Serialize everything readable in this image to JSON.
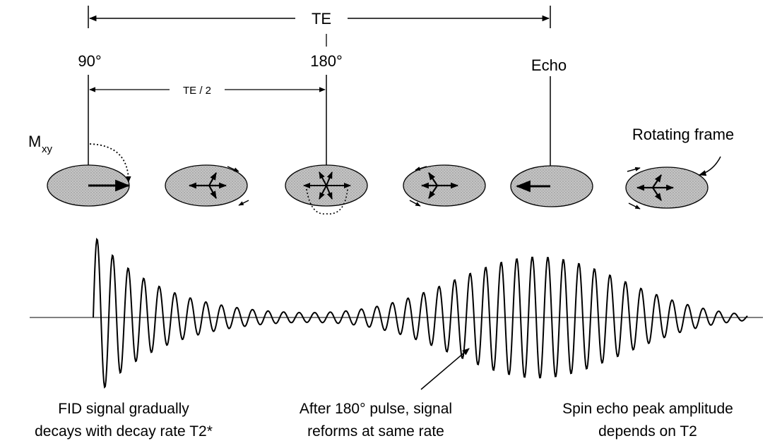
{
  "timing": {
    "te_label": "TE",
    "te_half_label": "TE / 2",
    "pulse_90_label": "90°",
    "pulse_180_label": "180°",
    "echo_label": "Echo"
  },
  "vectors": {
    "mxy_label_main": "M",
    "mxy_label_sub": "xy",
    "rotating_frame_label": "Rotating frame"
  },
  "captions": {
    "fid_line1": "FID signal gradually",
    "fid_line2": "decays with decay rate T2*",
    "reform_line1": "After 180° pulse, signal",
    "reform_line2": "reforms at same rate",
    "echo_line1": "Spin echo peak amplitude",
    "echo_line2": "depends on T2"
  },
  "colors": {
    "line": "#000000",
    "ellipse_fill": "#bdbdbd",
    "background": "#ffffff"
  }
}
